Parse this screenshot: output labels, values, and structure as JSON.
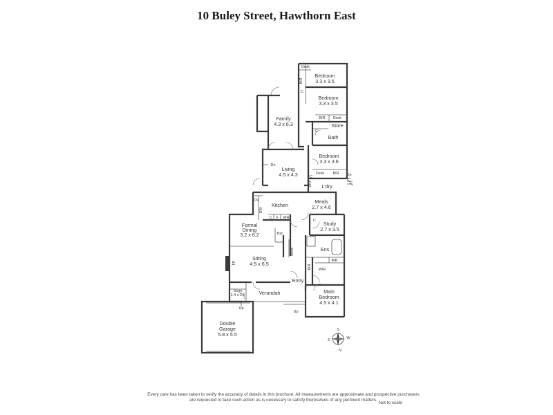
{
  "title": "10 Buley Street, Hawthorn East",
  "rooms": {
    "bedroom1": {
      "name": "Bedroom",
      "dim": "3.3 x 3.5"
    },
    "bedroom2": {
      "name": "Bedroom",
      "dim": "3.3 x 3.5"
    },
    "bedroom3": {
      "name": "Bedroom",
      "dim": "3.3 x 3.6"
    },
    "family": {
      "name": "Family",
      "dim": "4.3 x 6.3"
    },
    "living": {
      "name": "Living",
      "dim": "4.5 x 4.3"
    },
    "meals": {
      "name": "Meals",
      "dim": "2.7 x 4.6"
    },
    "kitchen": {
      "name": "Kitchen"
    },
    "formal_dining": {
      "name1": "Formal",
      "name2": "Dining",
      "dim": "3.2 x 6.2"
    },
    "study": {
      "name": "Study",
      "dim": "2.7 x 3.5"
    },
    "sitting": {
      "name": "Sitting",
      "dim": "4.5 x 6.5"
    },
    "main_bedroom": {
      "name1": "Main",
      "name2": "Bedroom",
      "dim": "4.5 x 4.1"
    },
    "double_garage": {
      "name1": "Double",
      "name2": "Garage",
      "dim": "5.8 x 5.5"
    },
    "store_garage": {
      "name": "Store",
      "dim": "2.4 x 2.5"
    },
    "verandah": {
      "name": "Verandah"
    },
    "entry": {
      "name": "Entry"
    },
    "ens": {
      "name": "Ens"
    },
    "wir": {
      "name": "WIR"
    },
    "bath": {
      "name": "Bath"
    },
    "store": {
      "name": "Store"
    },
    "laundry": {
      "name": "L'dry"
    },
    "bar": {
      "name": "Bar"
    },
    "store_hall": {
      "name": "Store"
    }
  },
  "fixtures": {
    "desk": "Desk",
    "bir": "BIR",
    "c": "C",
    "wh": "WH",
    "ov": "OV",
    "dw": "DW",
    "f": "F",
    "fp": "FP",
    "dn": "Dn",
    "up": "Up"
  },
  "compass": {
    "n": "N",
    "s": "S",
    "e": "E",
    "w": "W"
  },
  "disclaimer_line1": "Every care has been taken to verify the accuracy of details in this brochure.  All measurements are approximate and prospective purchasers",
  "disclaimer_line2": "are requested to take such action as is necessary to satisfy themselves of any pertinent matters.",
  "not_to_scale": "Not to scale"
}
